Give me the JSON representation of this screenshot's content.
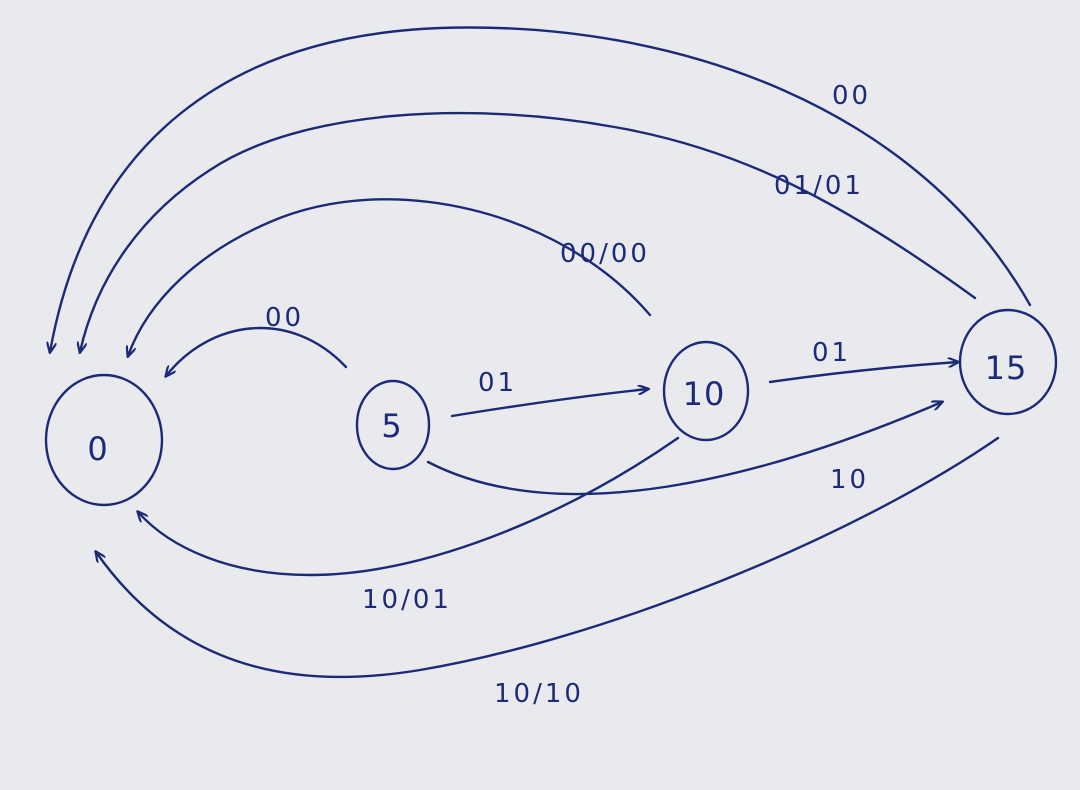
{
  "diagram": {
    "ink_color": "#1c2a78",
    "paper_color": "#e9eaed",
    "states": {
      "s0": "0",
      "s5": "5",
      "s10": "10",
      "s15": "15"
    },
    "transitions": {
      "t5_0": "00",
      "t5_10": "01",
      "t10_15": "01",
      "t5_15": "10",
      "t10_0_top": "00/00",
      "t10_0_bottom": "10/01",
      "t15_0_outer": "00",
      "t15_0_middle": "01/01",
      "t15_0_bottom": "10/10"
    }
  }
}
